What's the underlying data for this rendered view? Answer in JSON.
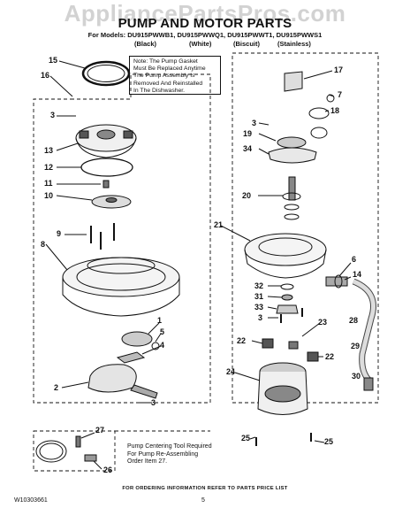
{
  "watermark": "AppliancePartsPros.com",
  "title": "PUMP AND MOTOR PARTS",
  "models_line": "For Models: DU915PWWB1, DU915PWWQ1, DU915PWWT1, DU915PWWS1",
  "colors": [
    "(Black)",
    "(White)",
    "(Biscuit)",
    "(Stainless)"
  ],
  "note": [
    "Note: The Pump Gasket",
    "Must Be Replaced Anytime",
    "The Pump Assembly Is",
    "Removed And Reinstalled",
    "In The Dishwasher."
  ],
  "tool_note": [
    "Pump Centering Tool Required",
    "For Pump Re-Assembling",
    "Order Item 27."
  ],
  "footer": "FOR ORDERING INFORMATION REFER TO PARTS PRICE LIST",
  "doc_number": "W10303661",
  "page_number": "5",
  "callouts": [
    "15",
    "16",
    "3",
    "13",
    "12",
    "11",
    "10",
    "9",
    "8",
    "1",
    "5",
    "4",
    "2",
    "3",
    "27",
    "26",
    "17",
    "7",
    "18",
    "3",
    "19",
    "34",
    "20",
    "21",
    "6",
    "14",
    "32",
    "31",
    "33",
    "3",
    "23",
    "28",
    "22",
    "22",
    "29",
    "24",
    "30",
    "25",
    "25"
  ]
}
